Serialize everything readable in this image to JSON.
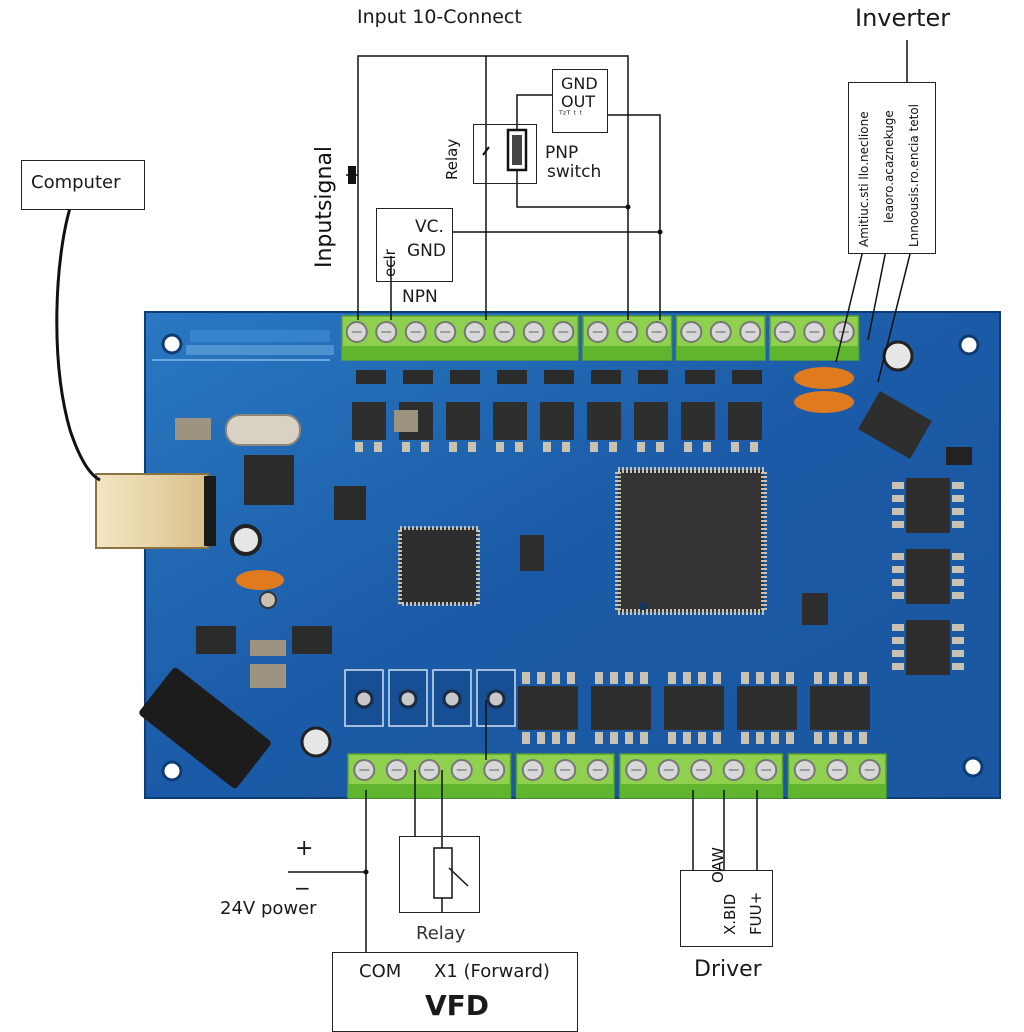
{
  "title": "Input 10-Connect",
  "labels": {
    "computer": "Computer",
    "inverter": "Inverter",
    "input_signal_vertical": "Inputsignal",
    "relay_top": "Relay",
    "pnp_switch_line1": "PNP",
    "pnp_switch_line2": "switch",
    "sensor_gnd": "GND",
    "sensor_out": "OUT",
    "sensor_extra": "ᵀᶻᵀ ᵗ ᵗ",
    "npn_vc": "VC.",
    "npn_gnd": "GND",
    "npn_side": "eclr",
    "npn": "NPN",
    "power_plus": "+",
    "power_minus": "−",
    "power_label": "24V power",
    "relay_bottom": "Relay",
    "vfd_com": "COM",
    "vfd_x1": "X1 (Forward)",
    "vfd": "VFD",
    "driver": "Driver",
    "driver_pins": [
      "OAW",
      "X.BID",
      "FUU+"
    ],
    "inverter_pins": [
      "Amitiuc.sti llo.neclione",
      "leaoro.acaznekuge",
      "Lnnoousis.ro.encia tetol"
    ]
  },
  "board": {
    "color": "#1e5fa8",
    "terminal_color": "#8fd14f",
    "top_terminal_blocks": [
      8,
      3,
      3,
      3
    ],
    "bottom_terminal_blocks": [
      5,
      3,
      5,
      3
    ],
    "top_mosfets": 9,
    "bottom_optocouplers": 5,
    "right_ics": 3,
    "pots": 4
  }
}
